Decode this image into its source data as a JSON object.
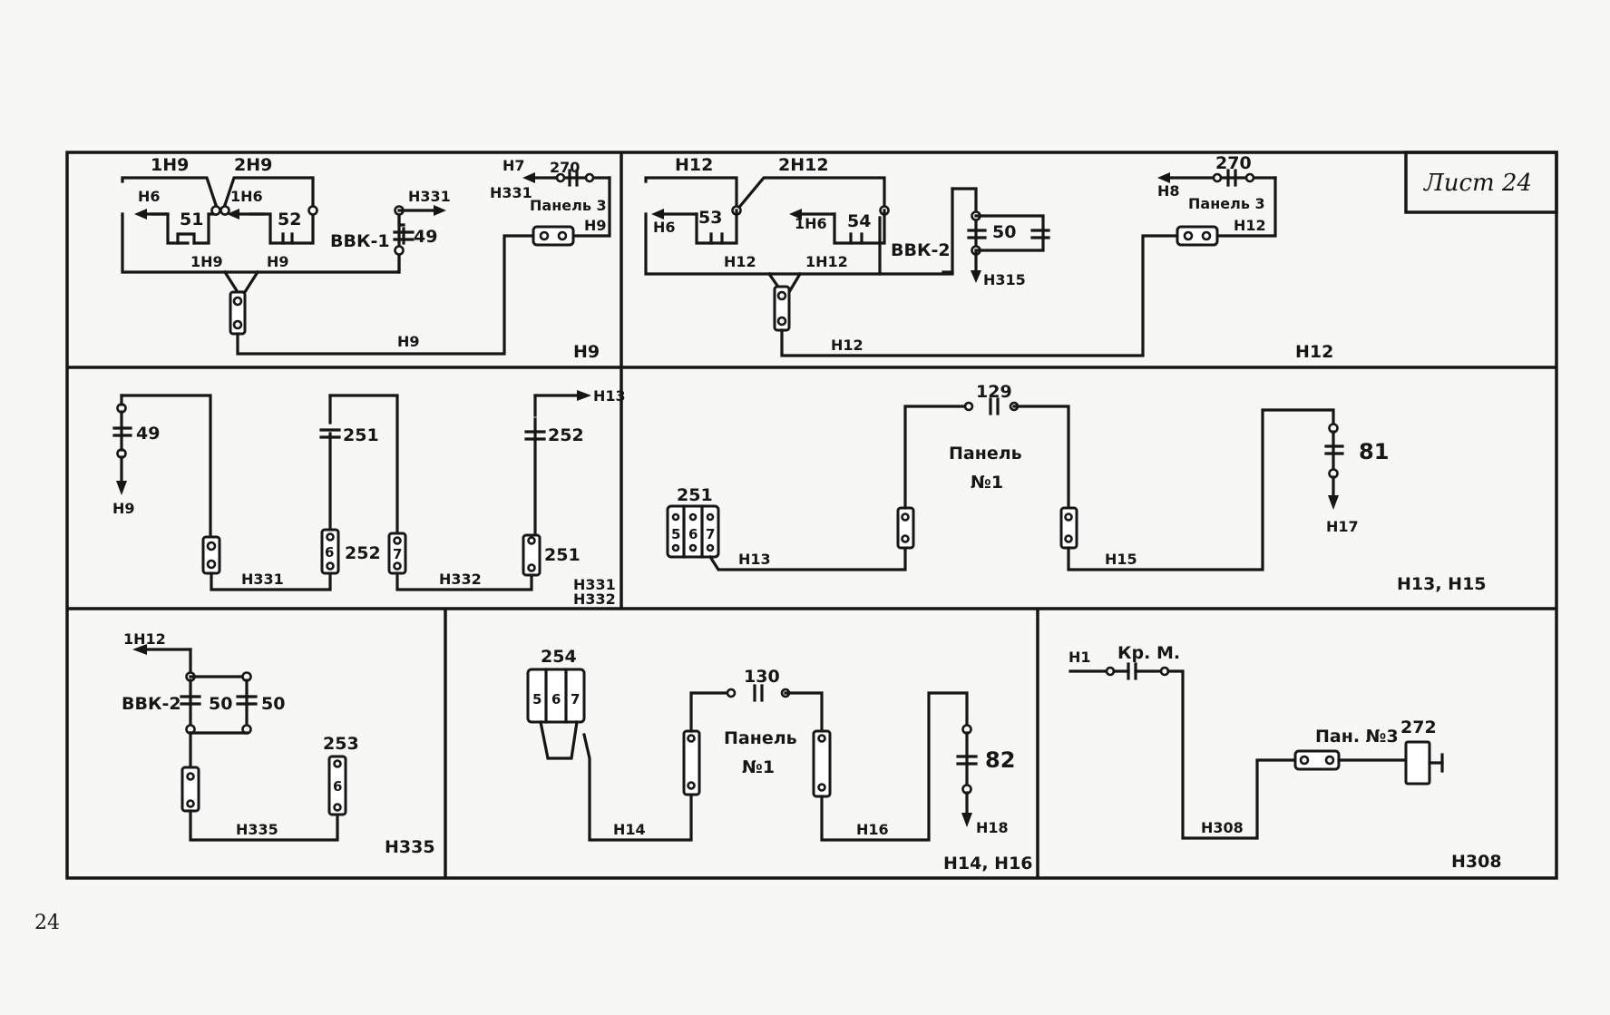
{
  "page_number": "24",
  "sheet_label": "Лист 24",
  "panels": {
    "p1": {
      "ids": [
        "1Н9",
        "2Н9",
        "Н6",
        "51",
        "1Н6",
        "52",
        "ВВК-1",
        "Н331",
        "49",
        "Н7",
        "270",
        "Н331",
        "Панель 3",
        "Н9",
        "1Н9",
        "Н9",
        "Н9"
      ],
      "footer": "Н9"
    },
    "p2": {
      "ids": [
        "Н12",
        "2Н12",
        "Н6",
        "53",
        "1Н6",
        "54",
        "ВВК-2",
        "50",
        "Н315",
        "270",
        "Н8",
        "Панель 3",
        "Н12",
        "Н12",
        "1Н12",
        "Н12"
      ],
      "footer": "Н12"
    },
    "p3": {
      "ids": [
        "49",
        "Н9",
        "251",
        "Н13",
        "252",
        "252",
        "Н331",
        "7",
        "Н332",
        "251"
      ],
      "footer": [
        "Н331",
        "Н332"
      ]
    },
    "p4": {
      "ids": [
        "251",
        "129",
        "Панель",
        "№1",
        "81",
        "Н17",
        "Н13",
        "Н15"
      ],
      "footer": "Н13, Н15"
    },
    "p5": {
      "ids": [
        "1Н12",
        "ВВК-2",
        "50",
        "50",
        "253",
        "Н335"
      ],
      "footer": "Н335"
    },
    "p6": {
      "ids": [
        "254",
        "130",
        "Панель",
        "№1",
        "82",
        "Н18",
        "Н14",
        "Н16"
      ],
      "footer": "Н14, Н16"
    },
    "p7": {
      "ids": [
        "Н1",
        "Кр. М.",
        "Пан. №3",
        "272",
        "Н308"
      ],
      "footer": "Н308"
    }
  },
  "terminal_digits": [
    "5",
    "6",
    "7"
  ],
  "colors": {
    "ink": "#161616",
    "paper": "#f7f7f5"
  }
}
